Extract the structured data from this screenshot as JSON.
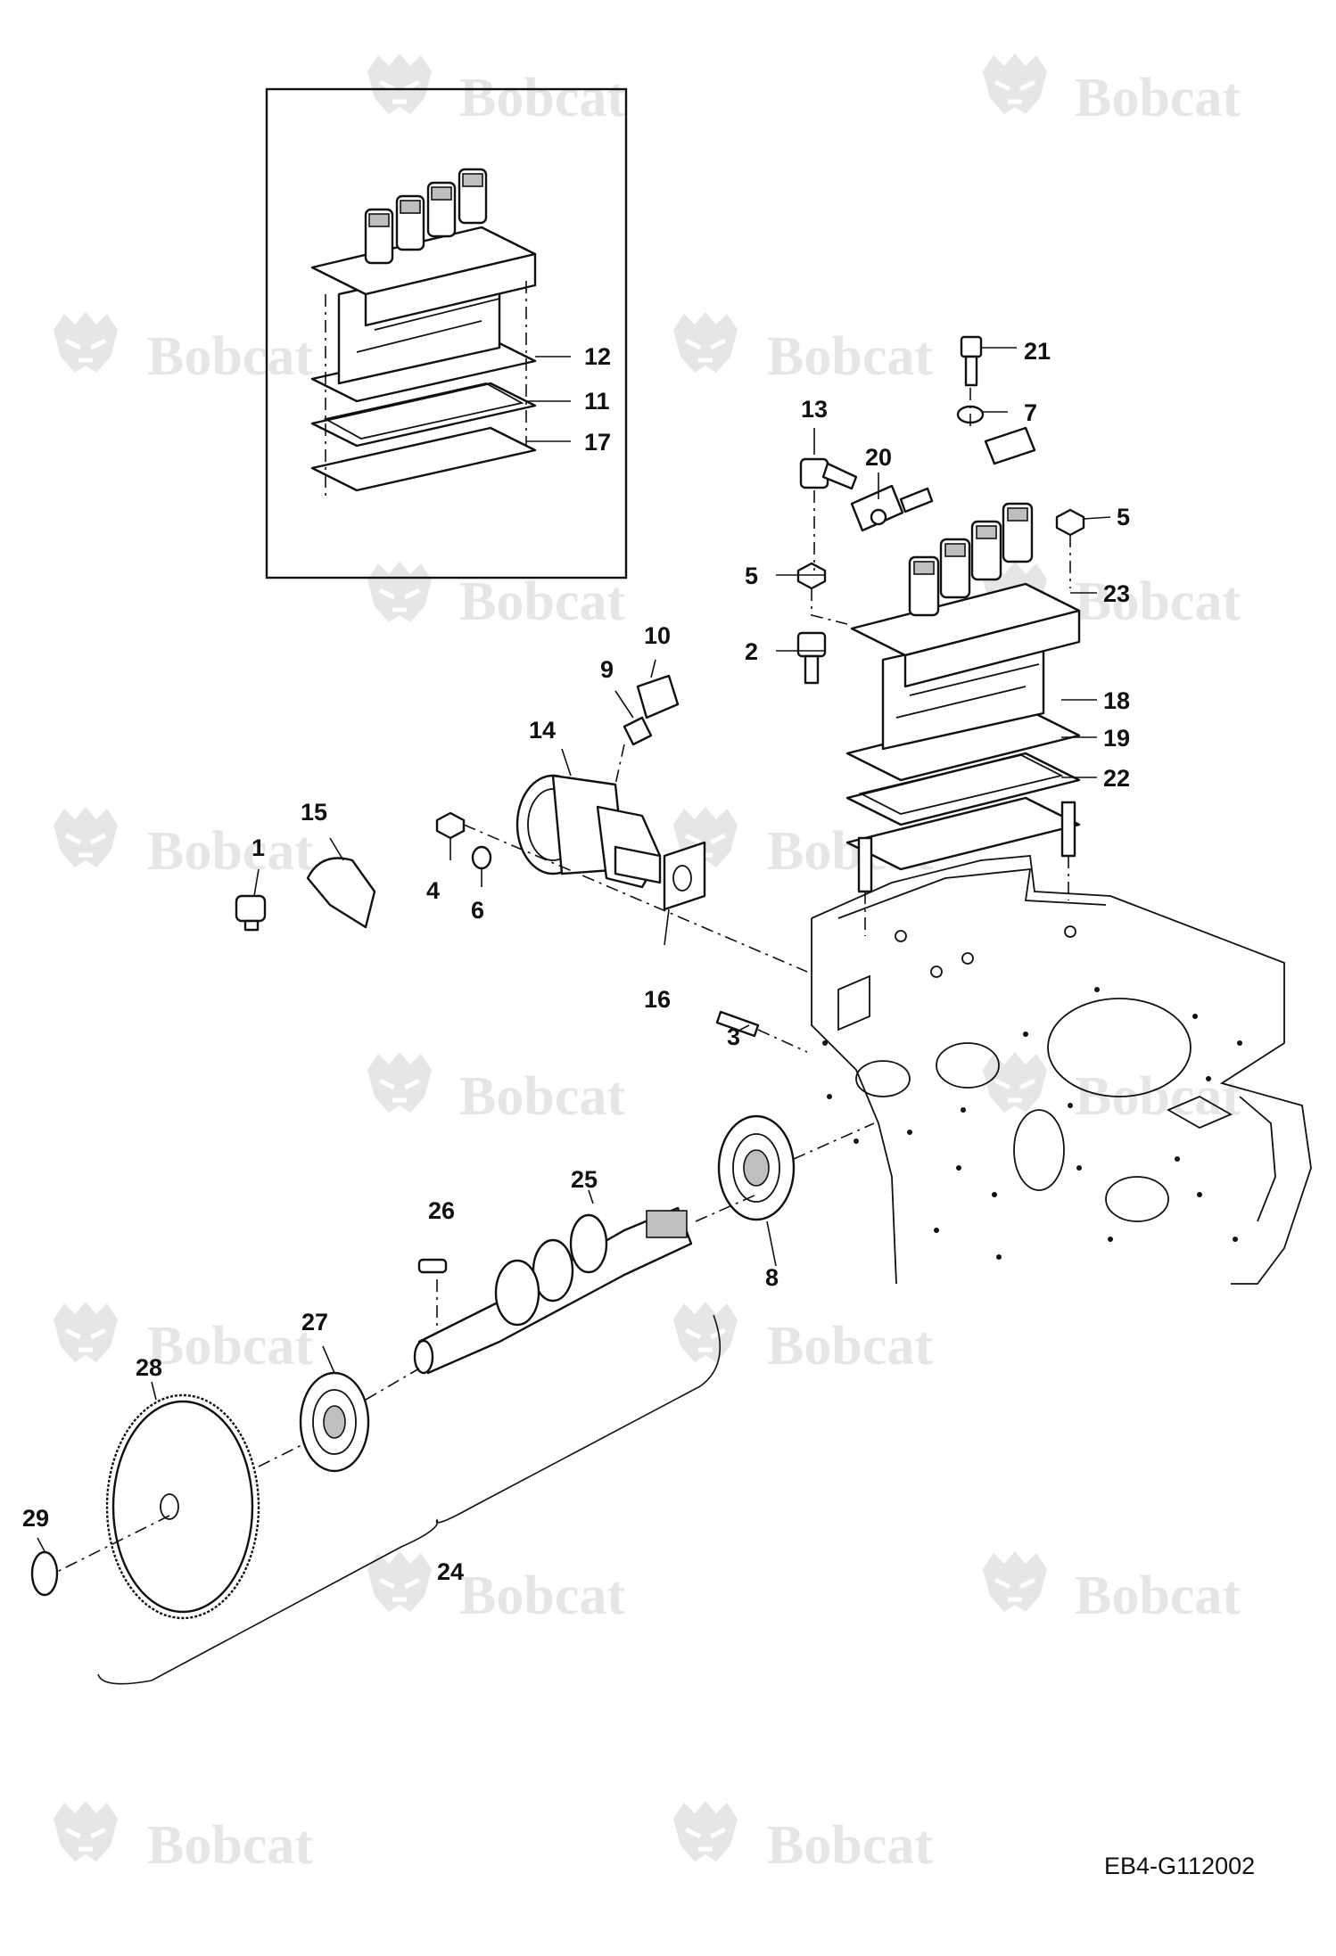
{
  "watermark": {
    "text": "Bobcat",
    "mark": "®"
  },
  "diagram_code": "EB4-G112002",
  "callouts": {
    "c1": "1",
    "c2": "2",
    "c3": "3",
    "c4": "4",
    "c5a": "5",
    "c5b": "5",
    "c6": "6",
    "c7": "7",
    "c8": "8",
    "c9": "9",
    "c10": "10",
    "c11": "11",
    "c12": "12",
    "c13": "13",
    "c14": "14",
    "c15": "15",
    "c16": "16",
    "c17": "17",
    "c18": "18",
    "c19": "19",
    "c20": "20",
    "c21": "21",
    "c22": "22",
    "c23": "23",
    "c24": "24",
    "c25": "25",
    "c26": "26",
    "c27": "27",
    "c28": "28",
    "c29": "29"
  },
  "icons": {
    "watermark": "bobcat-logo-icon"
  }
}
